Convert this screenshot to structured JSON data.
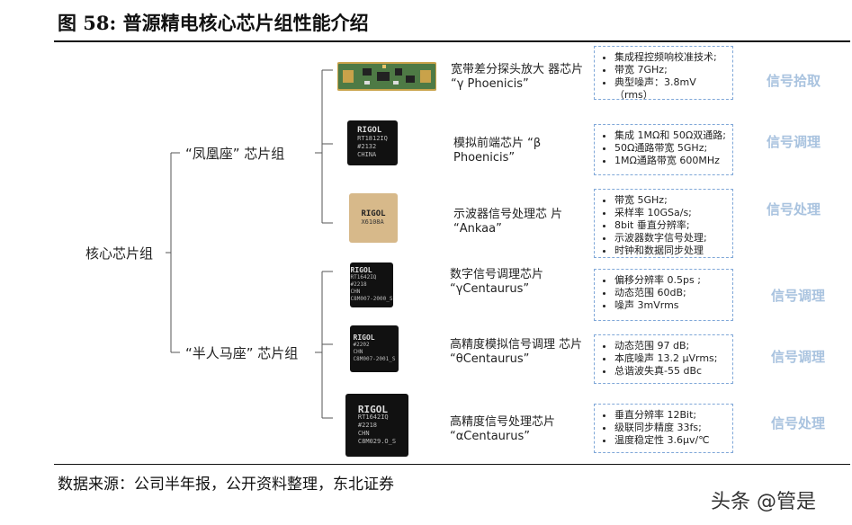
{
  "figure": {
    "title": "图 58: 普源精电核心芯片组性能介绍",
    "source": "数据来源：公司半年报，公开资料整理，东北证券",
    "watermark": "头条 @管是"
  },
  "tree": {
    "root": "核心芯片组",
    "groups": [
      {
        "label": "“凤凰座” 芯片组",
        "chips": [
          {
            "name": "宽带差分探头放大 器芯片 “γ Phoenicis”",
            "specs": [
              "集成程控频响校准技术;",
              "带宽 7GHz;",
              "典型噪声：3.8mV（rms）"
            ],
            "function": "信号拾取"
          },
          {
            "name": "模拟前端芯片 “β Phoenicis”",
            "specs": [
              "集成 1MΩ和 50Ω双通路;",
              "50Ω通路带宽 5GHz;",
              "1MΩ通路带宽 600MHz"
            ],
            "function": "信号调理"
          },
          {
            "name": "示波器信号处理芯 片 “Ankaa”",
            "specs": [
              "带宽 5GHz;",
              "采样率 10GSa/s;",
              "8bit 垂直分辨率;",
              "示波器数字信号处理;",
              "时钟和数据同步处理"
            ],
            "function": "信号处理"
          }
        ]
      },
      {
        "label": "“半人马座” 芯片组",
        "chips": [
          {
            "name": "数字信号调理芯片 “γCentaurus”",
            "specs": [
              "偏移分辨率 0.5ps ;",
              "动态范围 60dB;",
              "噪声 3mVrms"
            ],
            "function": "信号调理"
          },
          {
            "name": "高精度模拟信号调理 芯片 “θCentaurus”",
            "specs": [
              "动态范围 97 dB;",
              "本底噪声 13.2 μVrms;",
              "总谐波失真-55 dBc"
            ],
            "function": "信号调理"
          },
          {
            "name": "高精度信号处理芯片 “αCentaurus”",
            "specs": [
              "垂直分辨率 12Bit;",
              "级联同步精度 33fs;",
              "温度稳定性 3.6μv/℃"
            ],
            "function": "信号处理"
          }
        ]
      }
    ]
  },
  "chip_markings": {
    "b_phoenicis": [
      "RIGOL",
      "RT1812IQ",
      "#2132",
      "CHINA"
    ],
    "ankaa": [
      "RIGOL",
      "X6108A"
    ],
    "g_centaurus": [
      "RIGOL",
      "RT1642IQ",
      "#2218",
      "CHN",
      "C8M007-2000_S"
    ],
    "t_centaurus": [
      "RIGOL",
      "#2202",
      "CHN",
      "C8M007-2001_S"
    ],
    "a_centaurus": [
      "RIGOL",
      "RT1642IQ",
      "#2218",
      "CHN",
      "C8M029.O_S"
    ]
  },
  "colors": {
    "tag_text": "#a9c3df",
    "spec_border": "#7fa7d8",
    "pcb_green": "#4e7a45",
    "ankaa_gold": "#d7b98a",
    "chip_black": "#111111"
  }
}
